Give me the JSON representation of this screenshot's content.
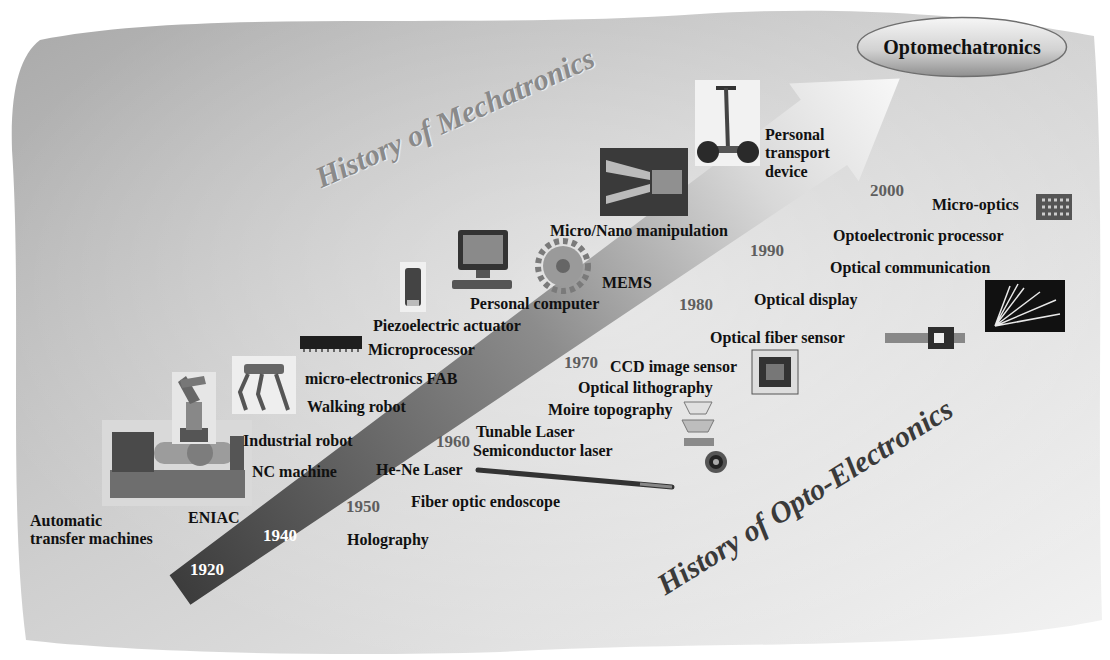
{
  "diagram": {
    "nodes": [
      {
        "text": [
          "Optomechatronics"
        ]
      }
    ],
    "labels": [
      "History of Mechatronics",
      "1920",
      "1940",
      "1950",
      "1960",
      "1970",
      "1980",
      "1990",
      "2000",
      "Automatic transfer machines",
      "ENIAC",
      "NC machine",
      "Industrial robot",
      "Walking robot",
      "micro-electronics FAB",
      "Microprocessor",
      "Piezoelectric actuator",
      "Personal computer",
      "MEMS",
      "Micro/Nano manipulation",
      "Personal transport device",
      "Holography",
      "Fiber optic endoscope",
      "He-Ne Laser",
      "Semiconductor laser",
      "Tunable Laser",
      "Moire topography",
      "Optical lithography",
      "CCD image sensor",
      "Optical fiber sensor",
      "Optical display",
      "Optical communication",
      "Optoelectronic processor",
      "Micro-optics",
      "History of Opto-Electronics"
    ]
  }
}
